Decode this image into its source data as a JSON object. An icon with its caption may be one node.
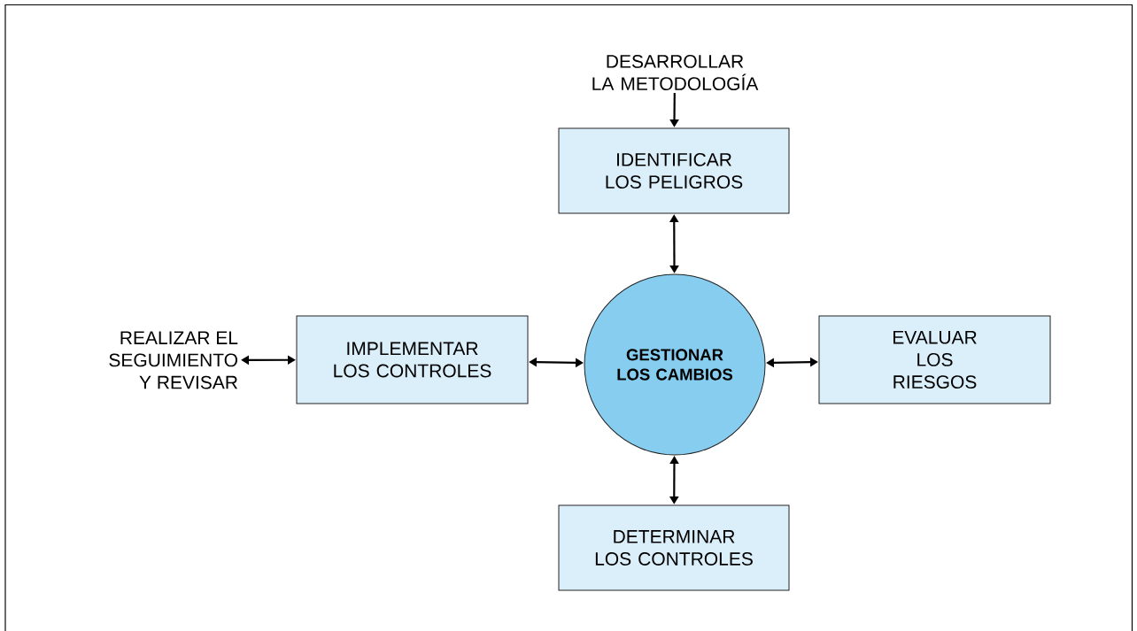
{
  "diagram": {
    "nodes": [
      {
        "text": [
          "DESARROLLAR LA METODOLOGÍA"
        ]
      },
      {
        "text": [
          "IDENTIFICAR LOS PELIGROS"
        ]
      },
      {
        "text": [
          "REALIZAR EL SEGUIMIENTO Y REVISAR"
        ]
      },
      {
        "text": [
          "IMPLEMENTAR LOS CONTROLES"
        ]
      },
      {
        "text": [
          "GESTIONAR LOS CAMBIOS"
        ]
      },
      {
        "text": [
          "EVALUAR LOS RIESGOS"
        ]
      },
      {
        "text": [
          "DETERMINAR LOS CONTROLES"
        ]
      }
    ],
    "edges": [
      {
        "from": 0,
        "to": 1,
        "arrow": "to"
      },
      {
        "from": 1,
        "to": 4,
        "arrow": "both"
      },
      {
        "from": 2,
        "to": 3,
        "arrow": "both"
      },
      {
        "from": 3,
        "to": 4,
        "arrow": "both"
      },
      {
        "from": 4,
        "to": 5,
        "arrow": "both"
      },
      {
        "from": 4,
        "to": 6,
        "arrow": "both"
      }
    ]
  }
}
